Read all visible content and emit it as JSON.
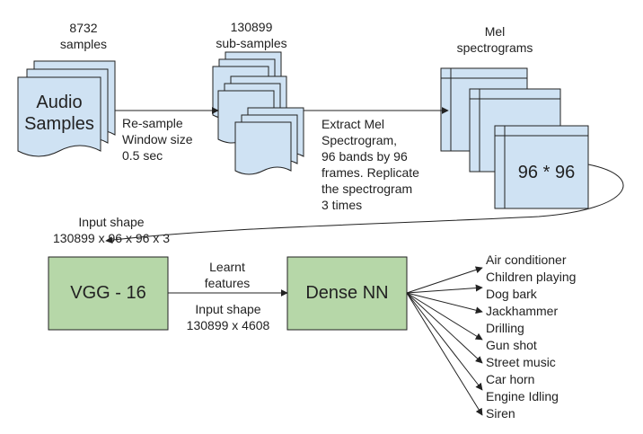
{
  "colors": {
    "doc_fill": "#cfe2f3",
    "box_fill": "#b6d7a8",
    "stroke": "#222222"
  },
  "audio": {
    "top_label_1": "8732",
    "top_label_2": "samples",
    "box_1": "Audio",
    "box_2": "Samples"
  },
  "resample": {
    "line_1": "Re-sample",
    "line_2": "Window size",
    "line_3": "0.5 sec"
  },
  "subsamples": {
    "top_label_1": "130899",
    "top_label_2": "sub-samples"
  },
  "extract": {
    "line_1": "Extract Mel",
    "line_2": "Spectrogram,",
    "line_3": "96 bands by 96",
    "line_4": "frames. Replicate",
    "line_5": "the spectrogram",
    "line_6": "3 times"
  },
  "mel": {
    "top_label_1": "Mel",
    "top_label_2": "spectrograms",
    "box_label": "96 * 96"
  },
  "input_shape_1": {
    "line_1": "Input shape",
    "line_2": "130899 x 96 x 96 x 3"
  },
  "vgg": {
    "label": "VGG - 16"
  },
  "features": {
    "line_1": "Learnt",
    "line_2": "features"
  },
  "input_shape_2": {
    "line_1": "Input shape",
    "line_2": "130899 x 4608"
  },
  "dense": {
    "label": "Dense NN"
  },
  "classes": [
    "Air conditioner",
    "Children playing",
    "Dog bark",
    "Jackhammer",
    "Drilling",
    "Gun shot",
    "Street music",
    "Car horn",
    "Engine Idling",
    "Siren"
  ]
}
